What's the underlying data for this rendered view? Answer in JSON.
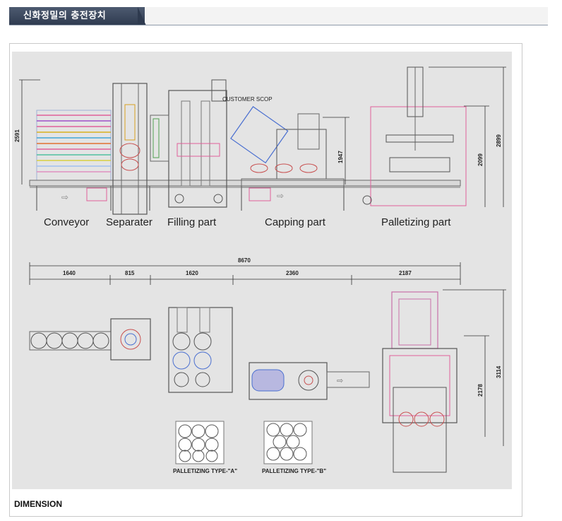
{
  "header": {
    "tab_title": "신화정밀의 충전장치"
  },
  "drawing": {
    "caption": "DIMENSION",
    "customer_scope": "CUSTOMER SCOP",
    "section_labels": [
      "Conveyor",
      "Separater",
      "Filling part",
      "Capping part",
      "Palletizing part"
    ],
    "side_dims": {
      "left": "2591",
      "capping": "1947",
      "pallet_inner": "2099",
      "pallet_outer": "2899",
      "plan_inner": "2178",
      "plan_outer": "3114"
    },
    "total_width": "8670",
    "segment_dims": [
      "1640",
      "815",
      "1620",
      "2360",
      "2187"
    ],
    "palletizing_types": [
      "PALLETIZING TYPE-\"A\"",
      "PALLETIZING TYPE-\"B\""
    ]
  },
  "colors": {
    "tab_bg": "#3a4660",
    "drawing_bg": "#e4e4e4",
    "accent_pink": "#e0609a",
    "accent_blue": "#4a6fd0"
  }
}
